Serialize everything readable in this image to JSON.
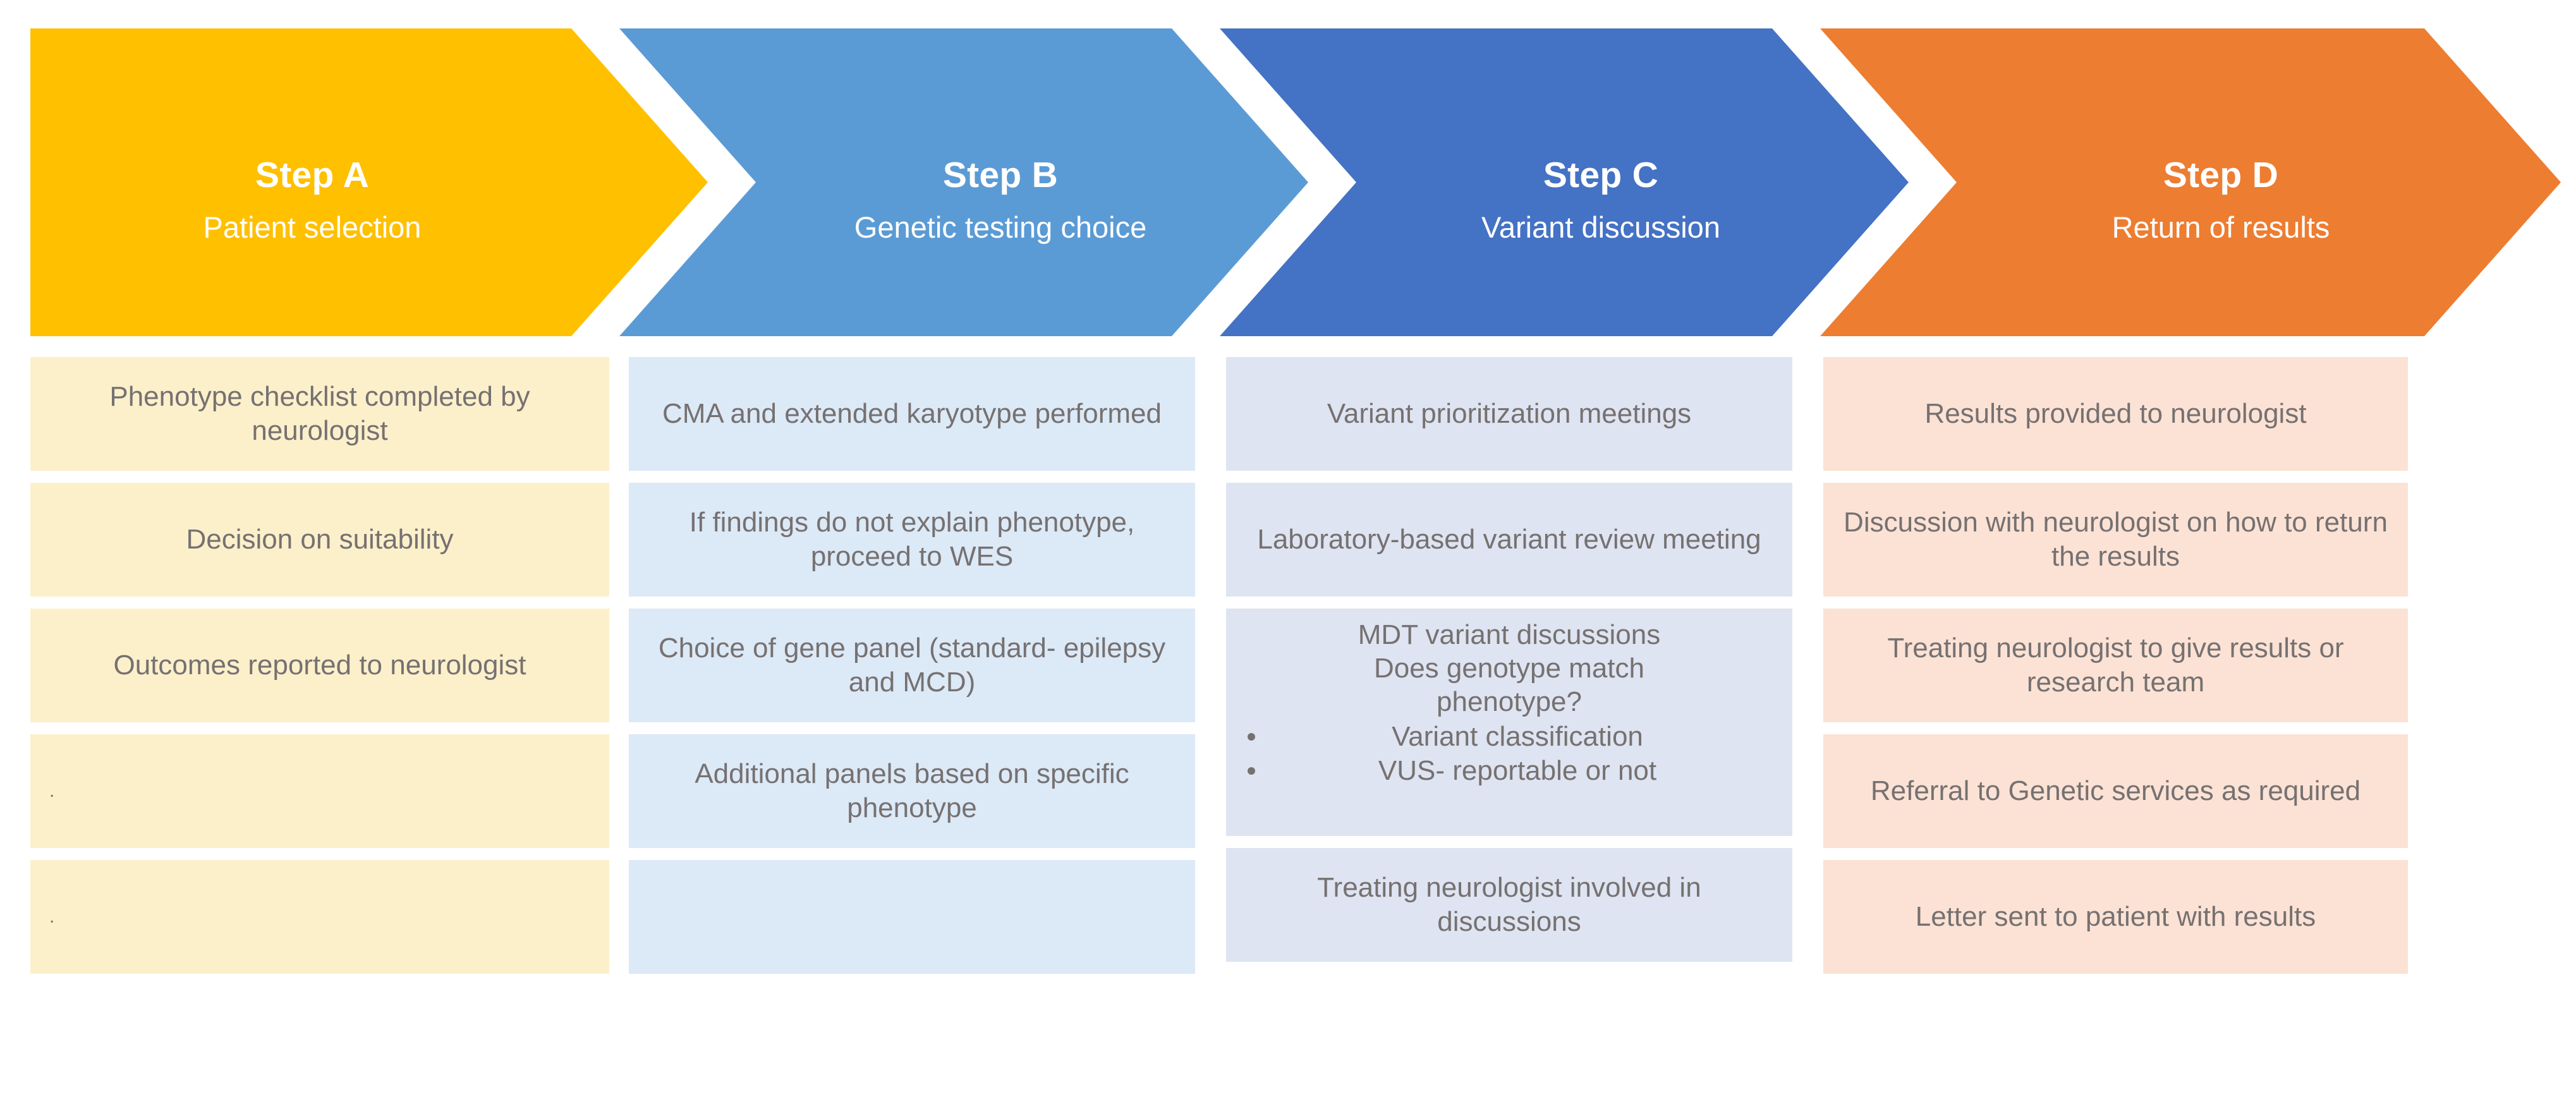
{
  "colors": {
    "step_a": "#FFC000",
    "step_b": "#5B9BD5",
    "step_c": "#4472C4",
    "step_d": "#ED7D31",
    "tint_a": "#FCF0CB",
    "tint_b": "#DCE9F7",
    "tint_c": "#DEE4F1",
    "tint_d": "#FBE2D5",
    "body_text": "#767171",
    "header_text": "#FFFFFF",
    "background": "#FFFFFF"
  },
  "steps": [
    {
      "title": "Step A",
      "subtitle": "Patient selection"
    },
    {
      "title": "Step B",
      "subtitle": "Genetic testing choice"
    },
    {
      "title": "Step C",
      "subtitle": "Variant discussion"
    },
    {
      "title": "Step D",
      "subtitle": "Return of results"
    }
  ],
  "columns": {
    "a": {
      "items": [
        "Phenotype checklist completed by neurologist",
        "Decision on suitability",
        "Outcomes reported to neurologist",
        ".",
        "."
      ]
    },
    "b": {
      "items": [
        "CMA and extended karyotype performed",
        "If findings do not explain phenotype, proceed to WES",
        "Choice of gene panel (standard- epilepsy and MCD)",
        "Additional panels based on specific phenotype",
        ""
      ]
    },
    "c": {
      "items": [
        "Variant prioritization meetings",
        "Laboratory-based variant review meeting"
      ],
      "mdt": {
        "lead_line1": "MDT variant discussions",
        "lead_line2": "Does genotype match",
        "lead_line3": "phenotype?",
        "bullets": [
          "Variant classification",
          "VUS- reportable or not"
        ]
      },
      "last": "Treating neurologist involved in discussions"
    },
    "d": {
      "items": [
        "Results provided to neurologist",
        "Discussion with neurologist on how to return the results",
        "Treating neurologist to give results or research team",
        "Referral to Genetic services as required",
        "Letter sent to patient with results"
      ]
    }
  }
}
